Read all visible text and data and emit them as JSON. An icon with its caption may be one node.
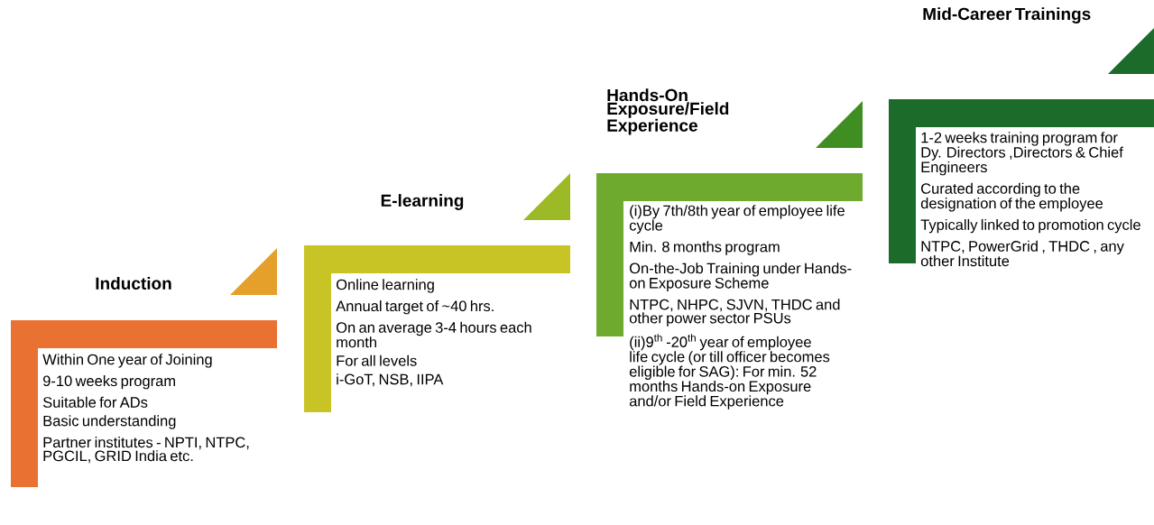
{
  "diagram": {
    "nodes": [
      {
        "text": [
          "Induction",
          "Within One year of Joining",
          "9-10 weeks program",
          "Suitable for ADs",
          "Basic understanding",
          "Partner institutes - NPTI, NTPC, PGCIL, GRID India etc."
        ]
      },
      {
        "text": [
          "E-learning",
          "Online learning",
          "Annual target of ~40 hrs.",
          "On an average 3-4 hours each month",
          "For all levels",
          "i-GoT, NSB, IIPA"
        ]
      },
      {
        "text": [
          "Hands-On Exposure/Field Experience",
          "(i)By 7th/8th year of employee life cycle",
          "Min. 8 months program",
          "On-the-Job Training under Hands-on Exposure Scheme",
          "NTPC, NHPC, SJVN, THDC and other power sector PSUs",
          "(ii)9$^{th}$ -20$^{th}$ year of employee life cycle (or till officer becomes eligible for SAG): For min. 52 months Hands-on Exposure and/or Field Experience"
        ]
      },
      {
        "text": [
          "Mid-Career Trainings",
          "1-2 weeks training program for Dy. Directors ,Directors & Chief Engineers",
          "Curated according to the designation of the employee",
          "Typically linked to promotion cycle",
          "NTPC, PowerGrid , THDC , any other Institute"
        ]
      }
    ]
  }
}
